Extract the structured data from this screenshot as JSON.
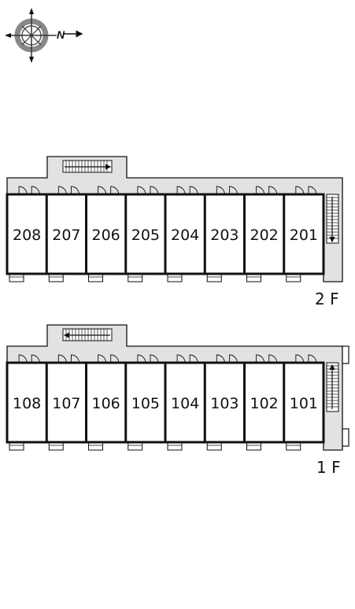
{
  "compass": {
    "north_label": "N",
    "icon": "compass-rose-icon"
  },
  "colors": {
    "corridor_fill": "#e2e2e2",
    "wall": "#111111",
    "background": "#ffffff"
  },
  "floors": [
    {
      "label": "2 F",
      "stair_direction": "down",
      "units": [
        "208",
        "207",
        "206",
        "205",
        "204",
        "203",
        "202",
        "201"
      ]
    },
    {
      "label": "1 F",
      "stair_direction": "up",
      "units": [
        "108",
        "107",
        "106",
        "105",
        "104",
        "103",
        "102",
        "101"
      ]
    }
  ]
}
